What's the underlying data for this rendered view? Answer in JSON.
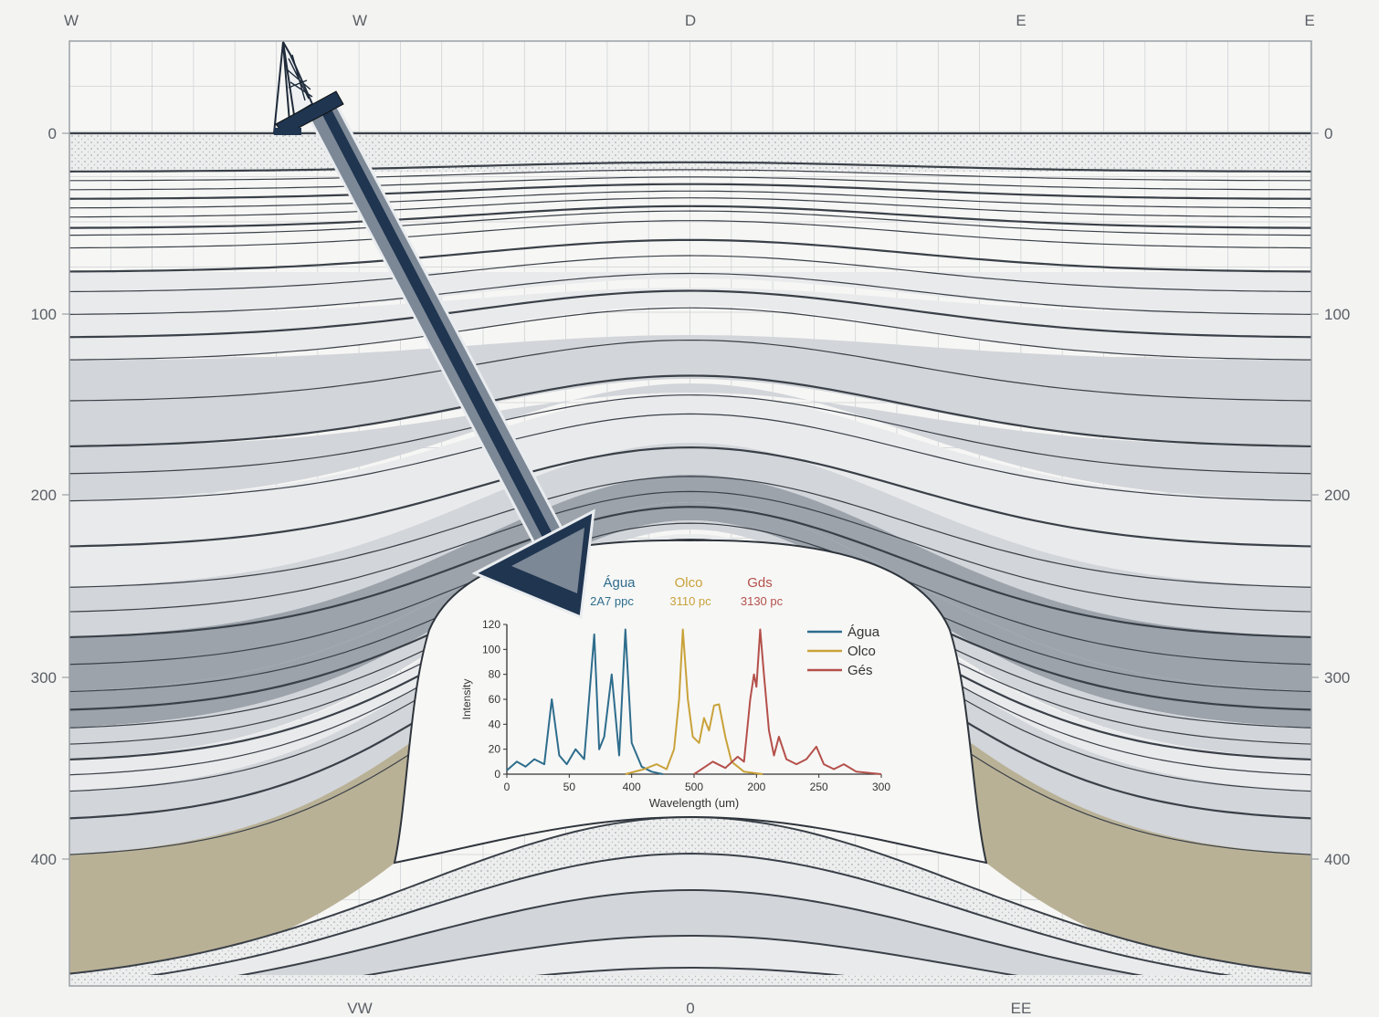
{
  "frame": {
    "top_labels": [
      "W",
      "W",
      "D",
      "E",
      "E"
    ],
    "bottom_labels": [
      "VW",
      "0",
      "EE"
    ],
    "depth_labels": [
      "0",
      "100",
      "200",
      "300",
      "400"
    ]
  },
  "colors": {
    "background": "#f3f3f1",
    "grid": "#cfd2d6",
    "frame": "#9aa0a6",
    "layer_line": "#3a4048",
    "light_layer": "#e9eaec",
    "mid_layer": "#d2d5d9",
    "dark_layer": "#9ca3ab",
    "sand_layer": "#b9b196",
    "well": "#5d6b7c",
    "well_dark": "#1f3550",
    "water": "#2e6d8c",
    "oil": "#c9a23a",
    "gas": "#b4504a"
  },
  "well": {
    "icon": "drilling-rig-icon"
  },
  "spectrum": {
    "annotations": [
      {
        "name": "Água",
        "value": "2A7 ppc"
      },
      {
        "name": "Olco",
        "value": "3110 pc"
      },
      {
        "name": "Gds",
        "value": "3130 pc"
      }
    ],
    "legend": [
      "Água",
      "Olco",
      "Gés"
    ]
  },
  "chart_data": {
    "type": "line",
    "xlabel": "Wavelength (um)",
    "ylabel": "Intensity",
    "x_tick_labels": [
      "0",
      "50",
      "400",
      "500",
      "200",
      "250",
      "300"
    ],
    "y_tick_labels": [
      "0",
      "20",
      "40",
      "60",
      "80",
      "100",
      "120"
    ],
    "ylim": [
      0,
      120
    ],
    "series": [
      {
        "name": "Água",
        "points": [
          [
            0,
            3
          ],
          [
            8,
            10
          ],
          [
            15,
            6
          ],
          [
            22,
            12
          ],
          [
            30,
            8
          ],
          [
            36,
            60
          ],
          [
            42,
            15
          ],
          [
            48,
            8
          ],
          [
            55,
            20
          ],
          [
            62,
            12
          ],
          [
            70,
            112
          ],
          [
            74,
            20
          ],
          [
            78,
            30
          ],
          [
            84,
            80
          ],
          [
            90,
            15
          ],
          [
            95,
            116
          ],
          [
            100,
            25
          ],
          [
            108,
            6
          ],
          [
            116,
            2
          ],
          [
            125,
            0
          ]
        ]
      },
      {
        "name": "Olco",
        "points": [
          [
            95,
            0
          ],
          [
            110,
            4
          ],
          [
            120,
            8
          ],
          [
            128,
            4
          ],
          [
            134,
            20
          ],
          [
            138,
            60
          ],
          [
            141,
            116
          ],
          [
            145,
            60
          ],
          [
            149,
            30
          ],
          [
            154,
            25
          ],
          [
            158,
            45
          ],
          [
            162,
            35
          ],
          [
            166,
            55
          ],
          [
            170,
            56
          ],
          [
            175,
            30
          ],
          [
            180,
            10
          ],
          [
            190,
            2
          ],
          [
            205,
            0
          ]
        ]
      },
      {
        "name": "Gés",
        "points": [
          [
            150,
            0
          ],
          [
            165,
            10
          ],
          [
            175,
            5
          ],
          [
            185,
            14
          ],
          [
            190,
            10
          ],
          [
            195,
            60
          ],
          [
            198,
            80
          ],
          [
            200,
            70
          ],
          [
            203,
            116
          ],
          [
            206,
            80
          ],
          [
            210,
            35
          ],
          [
            214,
            15
          ],
          [
            218,
            30
          ],
          [
            224,
            12
          ],
          [
            232,
            8
          ],
          [
            240,
            12
          ],
          [
            248,
            22
          ],
          [
            254,
            8
          ],
          [
            262,
            4
          ],
          [
            270,
            8
          ],
          [
            280,
            2
          ],
          [
            300,
            0
          ]
        ]
      }
    ]
  }
}
